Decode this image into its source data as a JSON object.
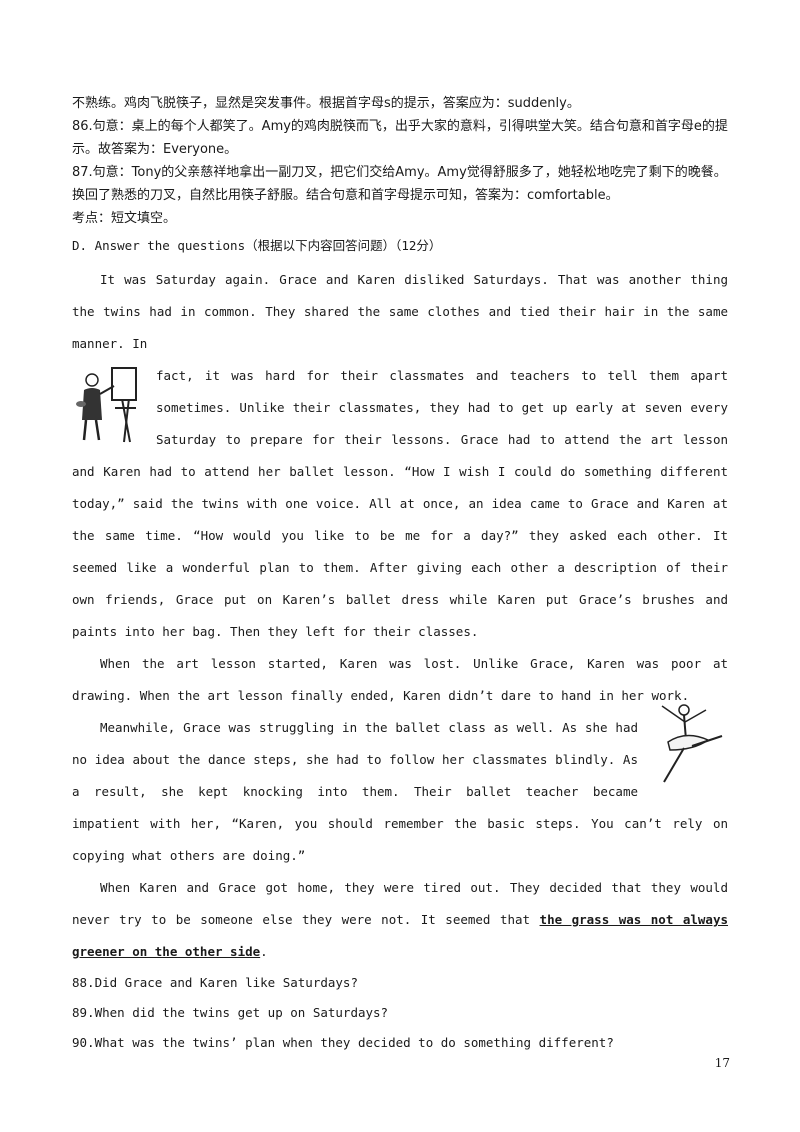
{
  "answers": {
    "line1": "不熟练。鸡肉飞脱筷子，显然是突发事件。根据首字母s的提示，答案应为：suddenly。",
    "q86": "86.句意：桌上的每个人都笑了。Amy的鸡肉脱筷而飞，出乎大家的意料，引得哄堂大笑。结合句意和首字母e的提示。故答案为：Everyone。",
    "q87": "87.句意：Tony的父亲慈祥地拿出一副刀叉，把它们交给Amy。Amy觉得舒服多了，她轻松地吃完了剩下的晚餐。换回了熟悉的刀叉，自然比用筷子舒服。结合句意和首字母提示可知，答案为：comfortable。",
    "kaodian": "考点：短文填空。"
  },
  "section_heading": "D. Answer the questions（根据以下内容回答问题）（12分）",
  "passage": {
    "p1a": "It was Saturday again. Grace and Karen disliked Saturdays. That was another thing the twins had in common. They shared the same clothes and tied their hair in the same manner. In",
    "p1b": "fact, it was hard for their classmates and teachers to tell them apart sometimes. Unlike their classmates, they had to get up early at seven every Saturday to prepare for their lessons. Grace had to attend the art lesson and Karen had to attend her ballet lesson. “How I wish I could do something different today,” said the twins with one voice. All at once, an idea came to Grace and Karen at the same time. “How would you like to be me for a day?” they asked each other. It seemed like a wonderful plan to them. After giving each other a description of their own friends, Grace put on Karen’s ballet dress while Karen put Grace’s brushes and paints into her bag. Then they left for their classes.",
    "p2": "When the art lesson started, Karen was lost. Unlike Grace, Karen was poor at drawing. When the art lesson finally ended, Karen didn’t dare to hand in her work.",
    "p3": "Meanwhile, Grace was struggling in the ballet class as well. As she had no idea about the dance steps, she had to follow her classmates blindly. As a result, she kept knocking into them. Their ballet teacher became impatient with her, “Karen, you should remember the basic steps. You can’t rely on copying what others are doing.”",
    "p4a": "When Karen and Grace got home, they were tired out. They decided that they would never try to be someone else they were not. It seemed that ",
    "p4b": "the grass was not always greener on the other side",
    "p4c": "."
  },
  "questions": [
    "88.Did Grace and Karen like Saturdays?",
    "89.When did the twins get up on Saturdays?",
    "90.What was the twins’ plan when they decided to do something different?"
  ],
  "page_number": "17"
}
